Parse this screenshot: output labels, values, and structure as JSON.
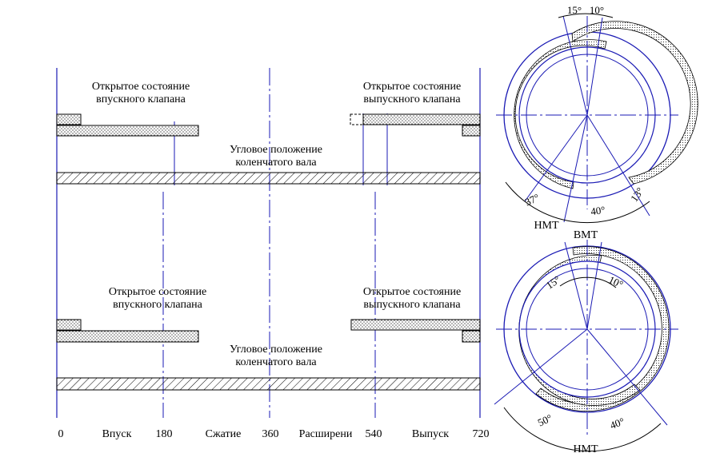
{
  "diagram_top": {
    "intake_label_1": "Открытое состояние",
    "intake_label_2": "впускного клапана",
    "exhaust_label_1": "Открытое состояние",
    "exhaust_label_2": "выпускного клапана",
    "crank_label_1": "Угловое положение",
    "crank_label_2": "коленчатого вала"
  },
  "diagram_bottom": {
    "intake_label_1": "Открытое состояние",
    "intake_label_2": "впускного клапана",
    "exhaust_label_1": "Открытое состояние",
    "exhaust_label_2": "выпускного клапана",
    "crank_label_1": "Угловое положение",
    "crank_label_2": "коленчатого вала"
  },
  "axis": {
    "ticks": [
      "0",
      "180",
      "360",
      "540",
      "720"
    ],
    "strokes": [
      "Впуск",
      "Сжатие",
      "Расширени",
      "Выпуск"
    ]
  },
  "circle_top": {
    "angle_left_top": "15°",
    "angle_right_top": "10°",
    "angle_left_bottom": "37°",
    "angle_mid_bottom": "40°",
    "angle_right_bottom": "13°",
    "bdc_label": "НМТ"
  },
  "circle_bottom": {
    "tdc_label": "ВМТ",
    "angle_left_top": "15°",
    "angle_right_top": "10°",
    "angle_left_bottom": "50°",
    "angle_right_bottom": "40°",
    "bdc_label": "НМТ"
  }
}
